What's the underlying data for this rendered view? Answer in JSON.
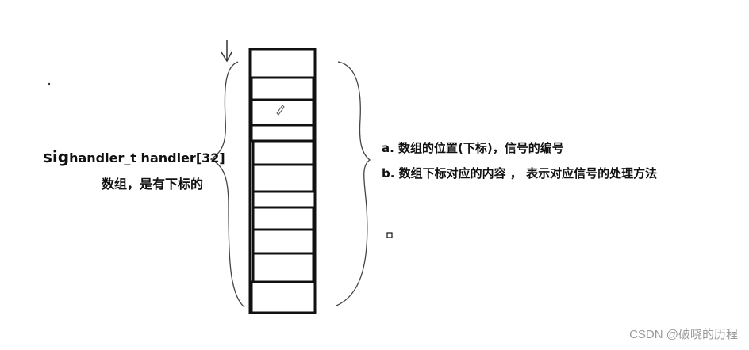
{
  "left_label": {
    "prefix": "sig",
    "declaration": "handler_t handler[32]",
    "note": "数组，是有下标的"
  },
  "right_labels": [
    "a. 数组的位置(下标)，信号的编号",
    "b. 数组下标对应的内容 ，  表示对应信号的处理方法"
  ],
  "watermark": "CSDN @破晓的历程",
  "array_cells": 11
}
